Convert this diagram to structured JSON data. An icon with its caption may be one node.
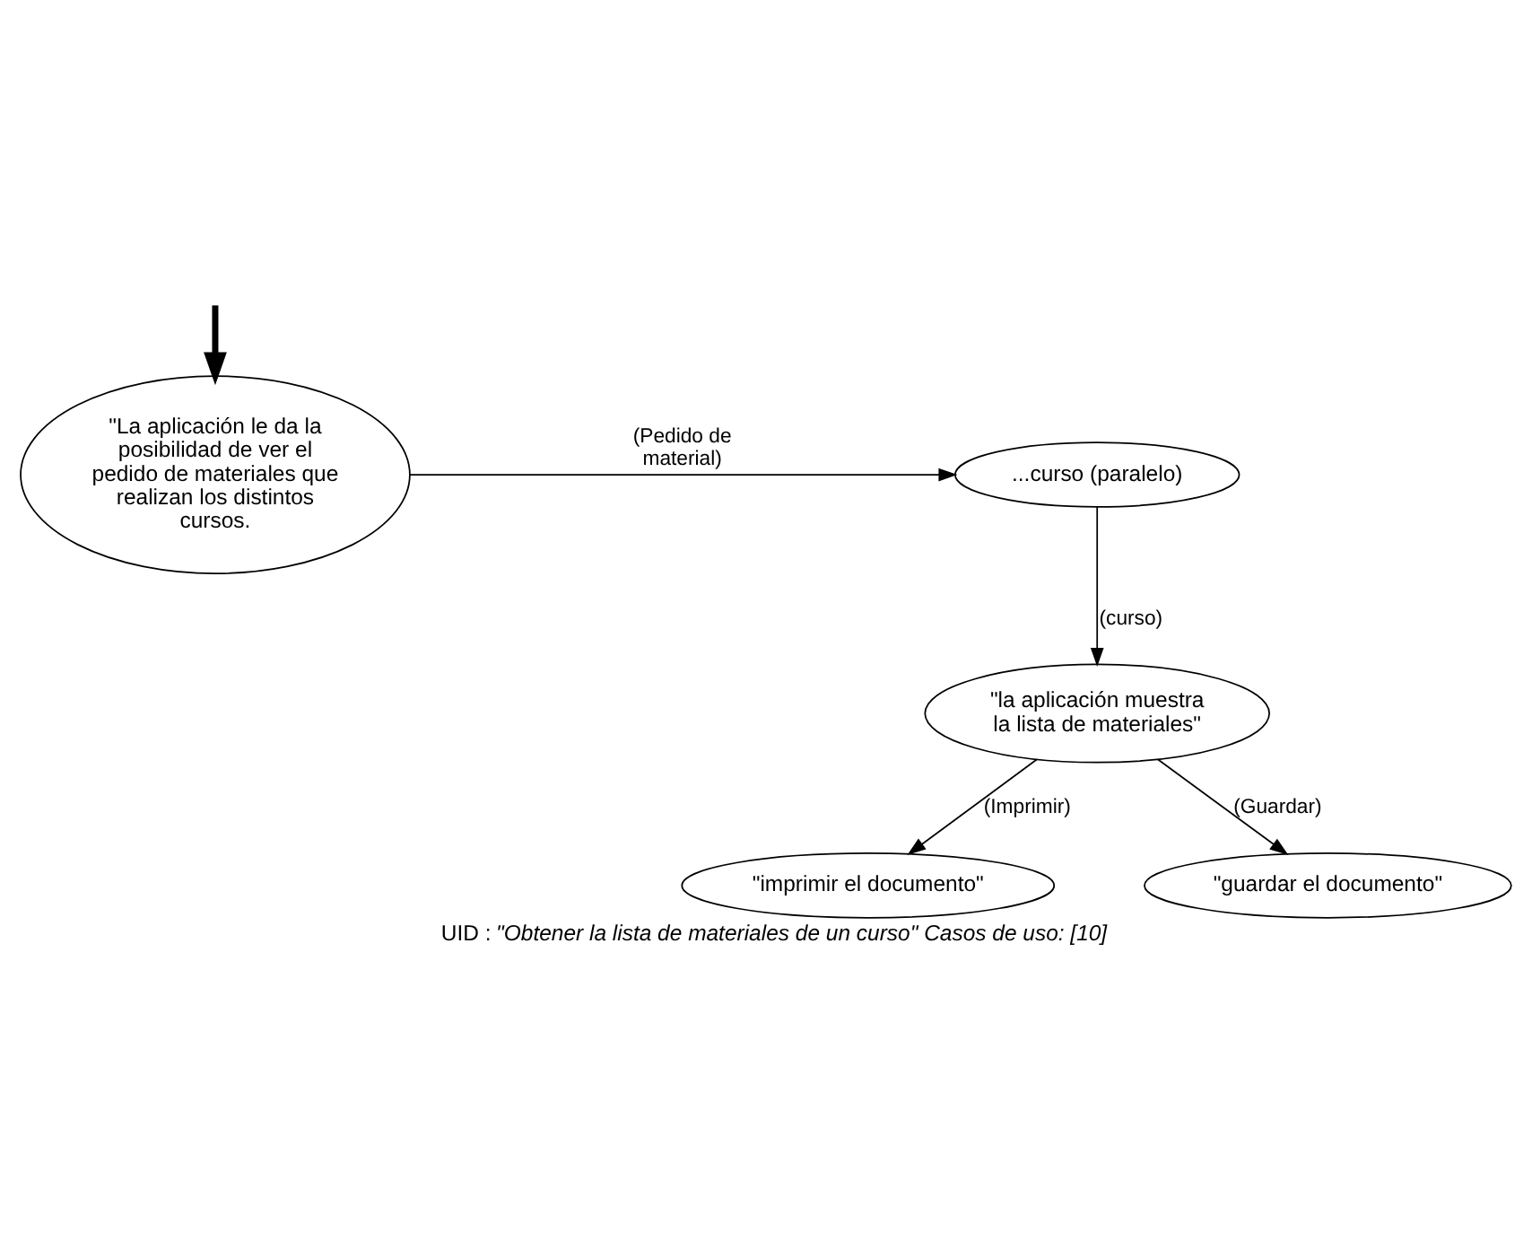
{
  "diagram": {
    "caption": "UID : *\"Obtener la lista de materiales de un curso\" Casos de uso: [10]*",
    "nodes": [
      {
        "text": [
          "\"La aplicación le da la posibilidad de ver el pedido de materiales que realizan los distintos cursos."
        ]
      },
      {
        "text": [
          "...curso (paralelo)"
        ]
      },
      {
        "text": [
          "\"la aplicación muestra la lista de materiales\""
        ]
      },
      {
        "text": [
          "\"imprimir el documento\""
        ]
      },
      {
        "text": [
          "\"guardar el documento\""
        ]
      }
    ],
    "edges": [
      {
        "from": null,
        "to": 0,
        "arrow": "to",
        "style": "thick"
      },
      {
        "from": 0,
        "to": 1,
        "arrow": "to",
        "label": "(Pedido de material)"
      },
      {
        "from": 1,
        "to": 2,
        "arrow": "to",
        "label": "(curso)"
      },
      {
        "from": 2,
        "to": 3,
        "arrow": "to",
        "label": "(Imprimir)"
      },
      {
        "from": 2,
        "to": 4,
        "arrow": "to",
        "label": "(Guardar)"
      }
    ]
  }
}
